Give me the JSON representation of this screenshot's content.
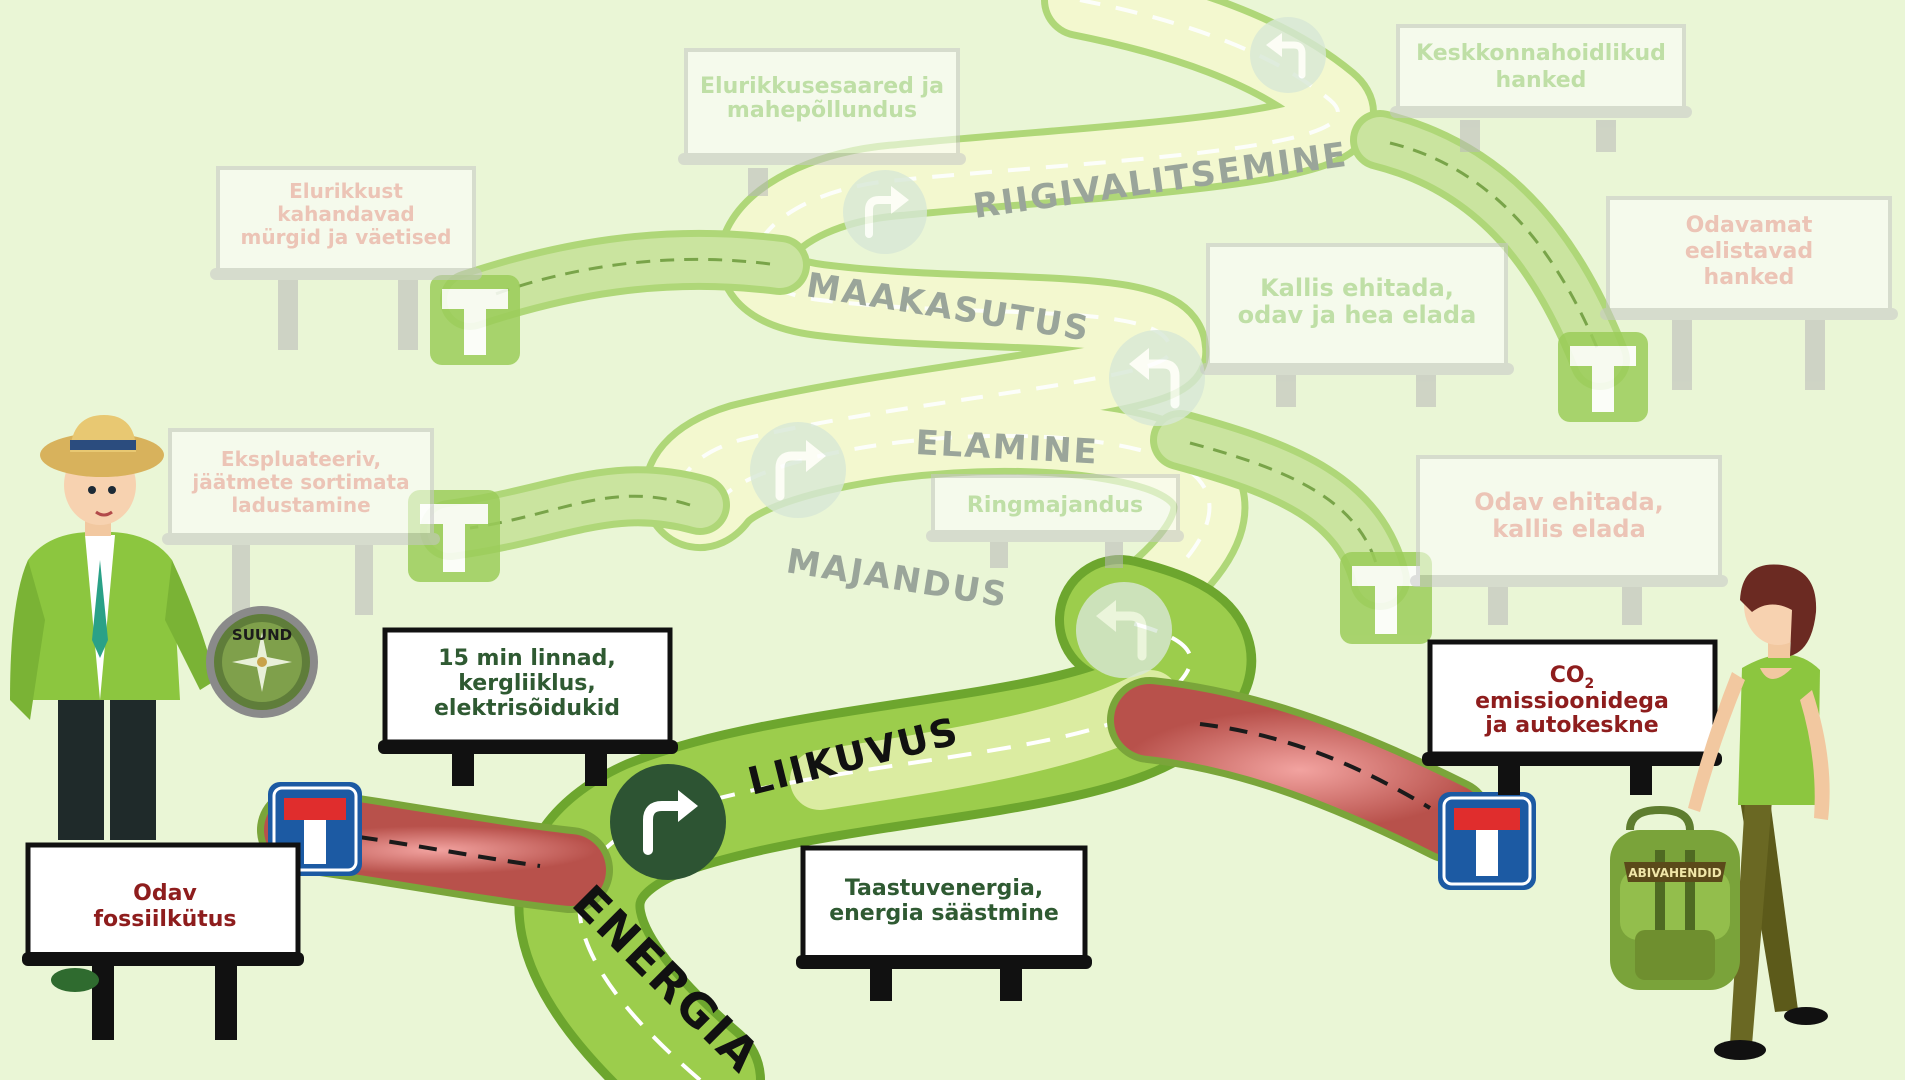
{
  "palette": {
    "background": "#eaf6d6",
    "road_active": "#9ccd4c",
    "road_active_edge": "#6da62e",
    "road_faded": "#d7ecb8",
    "road_glow": "#fbfbd2",
    "dead_end_road": "#c9635c",
    "sign_blue": "#1c5aa3",
    "sign_red": "#e02d2d",
    "sign_faded": "#9ccd5a",
    "text_green": "#2f5a32",
    "text_red": "#8e1d1d",
    "faded_green_text": "#b9dea2",
    "faded_red_text": "#efb3b3"
  },
  "road_labels": {
    "energia": "ENERGIA",
    "liikuvus": "LIIKUVUS",
    "majandus": "MAJANDUS",
    "elamine": "ELAMINE",
    "maakasutus": "MAAKASUTUS",
    "riigivalitsemine": "RIIGIVALITSEMINE"
  },
  "billboards": {
    "odav_fossiilkutus": [
      "Odav",
      "fossiilkütus"
    ],
    "taastuvenergia": [
      "Taastuvenergia,",
      "energia säästmine"
    ],
    "linnad": [
      "15 min linnad,",
      "kergliiklus,",
      "elektrisõidukid"
    ],
    "co2": [
      "CO",
      "emissioonidega",
      "ja autokeskne"
    ],
    "co2_sub": "2",
    "ringmajandus": [
      "Ringmajandus"
    ],
    "ekspluateeriv": [
      "Ekspluateeriv,",
      "jäätmete  sortimata",
      "ladustamine"
    ],
    "odav_ehitada": [
      "Odav ehitada,",
      "kallis elada"
    ],
    "kallis_ehitada": [
      "Kallis ehitada,",
      "odav ja hea elada"
    ],
    "elurikkust": [
      "Elurikkust",
      "kahandavad",
      "mürgid ja väetised"
    ],
    "odavamat": [
      "Odavamat",
      "eelistavad",
      "hanked"
    ],
    "elurikkusesaared": [
      "Elurikkusesaared  ja",
      "mahepõllundus"
    ],
    "keskkonnahoidlikud": [
      "Keskkonnahoidlikud",
      "hanked"
    ]
  },
  "compass_label": "SUUND",
  "backpack_label": "ABIVAHENDID",
  "icons": {
    "turn_right": "turn-right-arrow",
    "turn_left": "turn-left-arrow",
    "dead_end": "dead-end-sign",
    "compass": "compass",
    "backpack": "backpack"
  }
}
